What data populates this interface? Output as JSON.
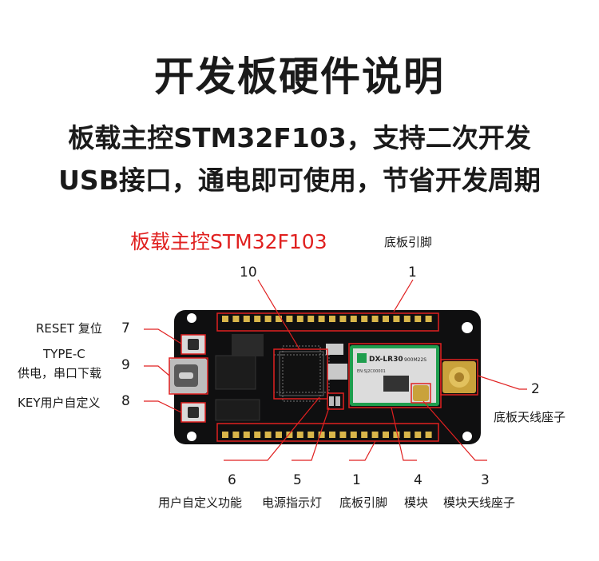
{
  "title": "开发板硬件说明",
  "subtitle_line1": "板载主控STM32F103，支持二次开发",
  "subtitle_line2": "USB接口，通电即可使用，节省开发周期",
  "mcu_label": "板载主控STM32F103",
  "top_pins_label": "底板引脚",
  "callouts": {
    "n10": "10",
    "n1_top": "1",
    "n7": "7",
    "n9": "9",
    "n8": "8",
    "n2": "2",
    "n6": "6",
    "n5": "5",
    "n1_bottom": "1",
    "n4": "4",
    "n3": "3"
  },
  "labels": {
    "reset": "RESET 复位",
    "typec_line1": "TYPE-C",
    "typec_line2": "供电，串口下载",
    "key": "KEY用户自定义",
    "antenna_base": "底板天线座子",
    "user_func": "用户自定义功能",
    "power_led": "电源指示灯",
    "base_pins": "底板引脚",
    "module": "模块",
    "module_antenna": "模块天线座子"
  },
  "board": {
    "module_name": "DX-LR30",
    "module_freq": "900M22S",
    "module_id": "EN:SJ2C00001"
  },
  "colors": {
    "accent_red": "#e02020",
    "board": "#0f0f10",
    "module_green": "#1f9e4e"
  }
}
